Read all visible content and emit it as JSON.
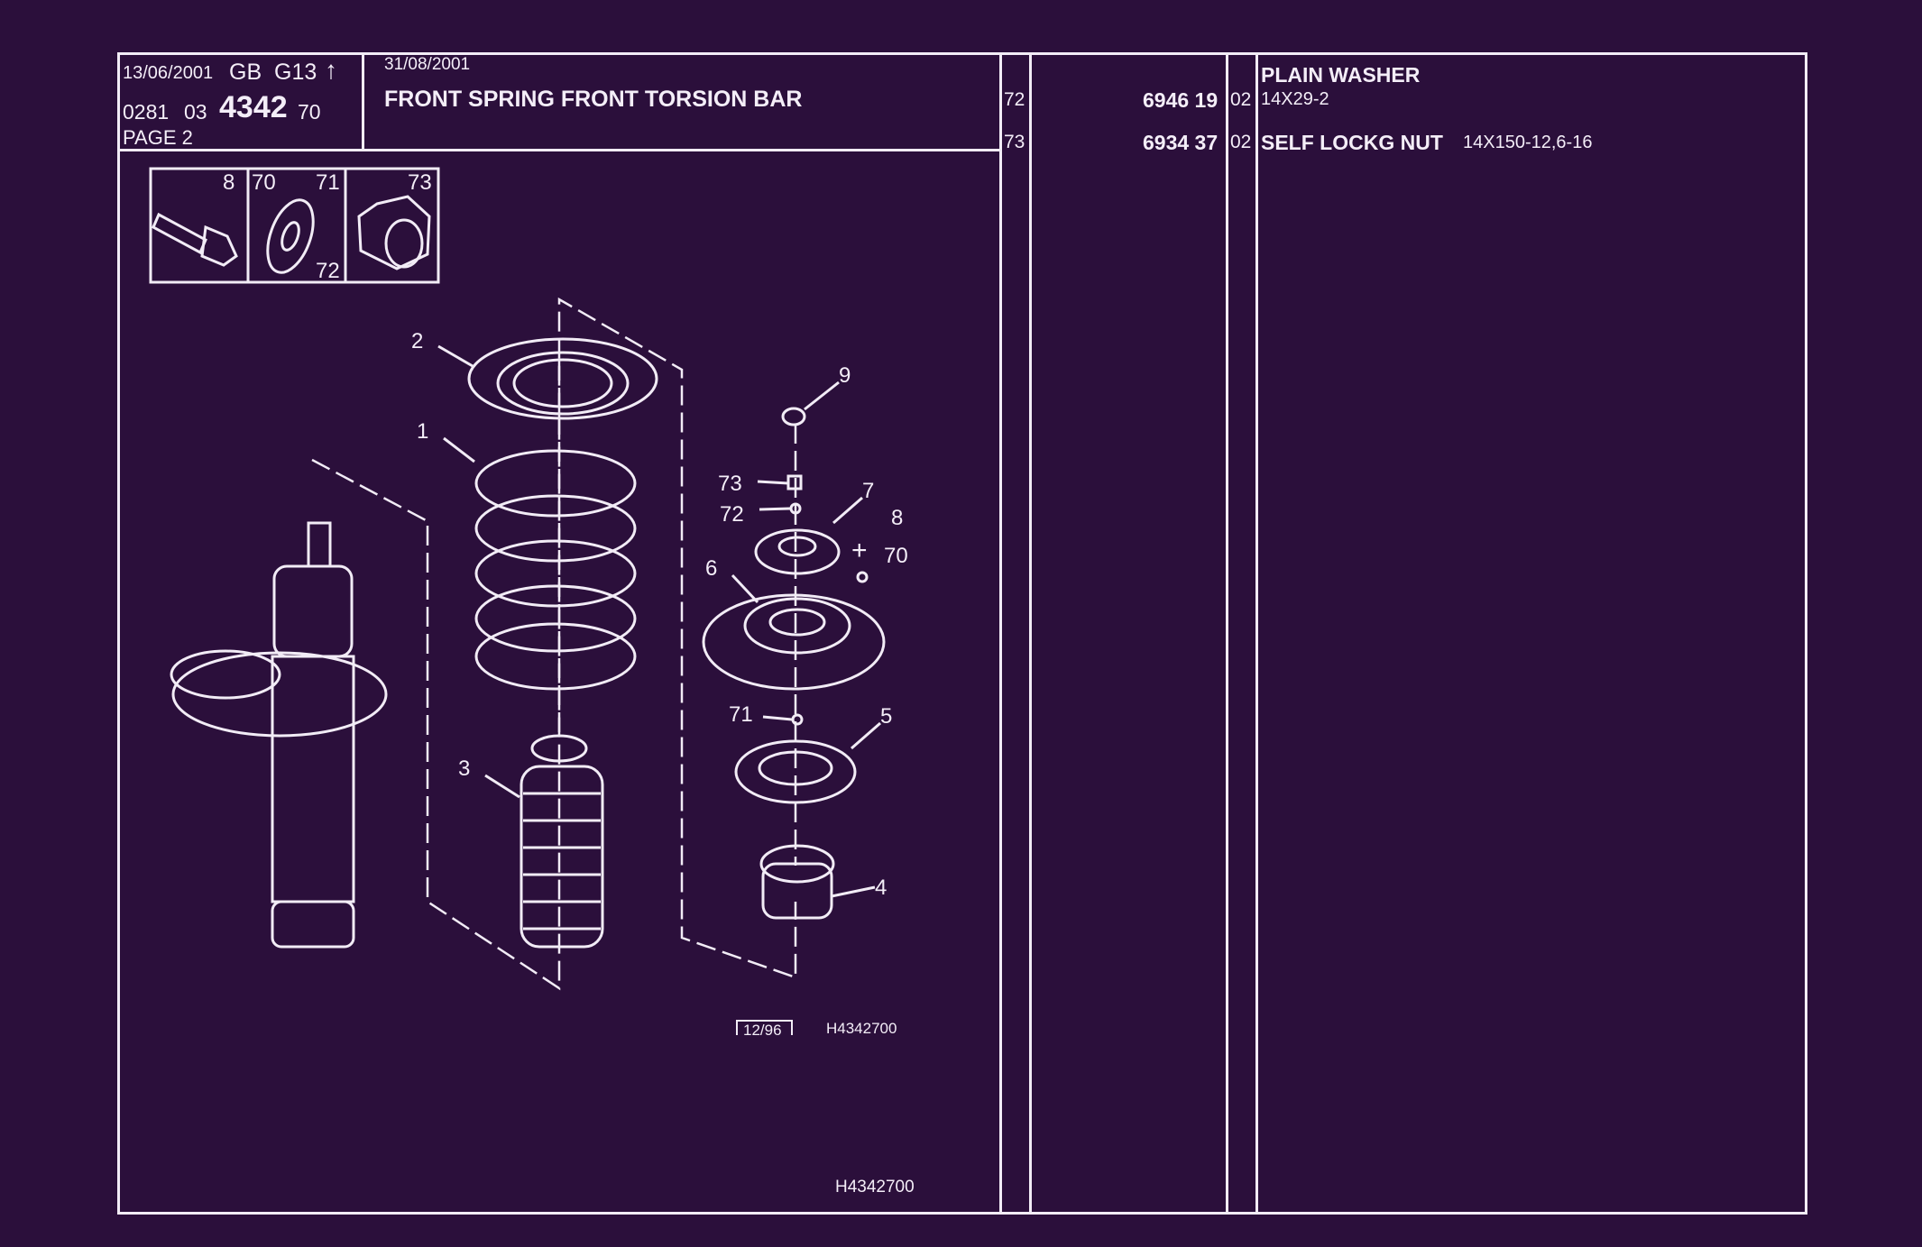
{
  "header": {
    "issue_date": "13/06/2001",
    "market": "GB",
    "group": "G13",
    "arrow": "↑",
    "ref_prefix": "0281",
    "ref_section": "03",
    "ref_main": "4342",
    "ref_suffix": "70",
    "page_label": "PAGE 2",
    "update_date": "31/08/2001",
    "title": "FRONT SPRING FRONT TORSION BAR"
  },
  "hardware_legend": [
    {
      "refs": [
        "8"
      ],
      "icon": "bolt-icon"
    },
    {
      "refs": [
        "70",
        "71",
        "72"
      ],
      "icon": "washer-icon"
    },
    {
      "refs": [
        "73"
      ],
      "icon": "nut-icon"
    }
  ],
  "diagram": {
    "callouts": [
      "2",
      "1",
      "3",
      "9",
      "73",
      "72",
      "7",
      "8",
      "70",
      "6",
      "71",
      "5",
      "4"
    ],
    "date_box": "12/96",
    "drawing_ref": "H4342700",
    "footer_ref": "H4342700"
  },
  "parts": [
    {
      "ref": "72",
      "part_no": "6946 19",
      "qty": "02",
      "name": "PLAIN WASHER",
      "spec": "14X29-2"
    },
    {
      "ref": "73",
      "part_no": "6934 37",
      "qty": "02",
      "name": "SELF LOCKG NUT",
      "spec": "14X150-12,6-16"
    }
  ],
  "colors": {
    "background": "#2b0f3b",
    "lines": "#f2ecf6"
  }
}
